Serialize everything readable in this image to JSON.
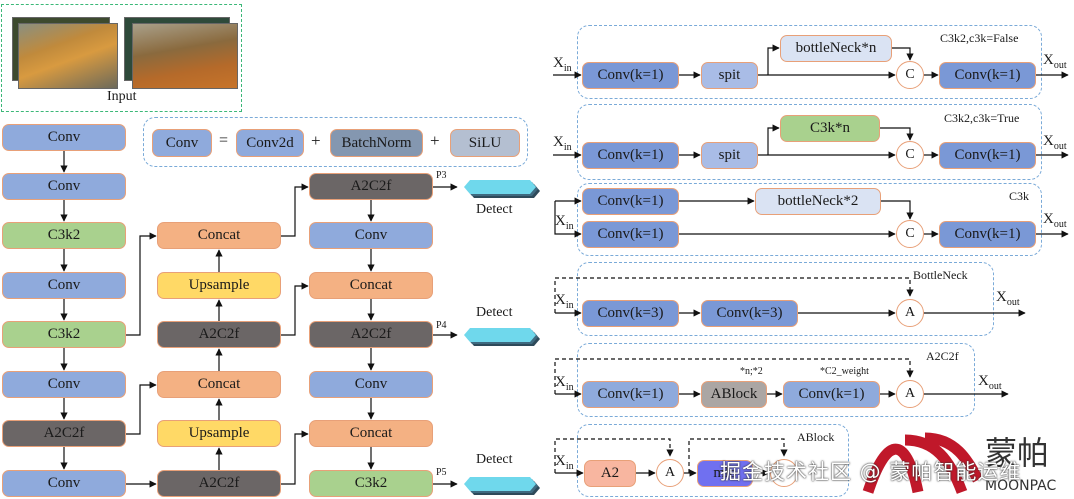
{
  "input": {
    "label": "Input",
    "images": [
      "tiger-camera-trap-stack",
      "leopard-camera-trap-stack"
    ]
  },
  "legend": {
    "lhs": "Conv",
    "eq": "=",
    "parts": [
      "Conv2d",
      "BatchNorm",
      "SiLU"
    ],
    "plus": "+"
  },
  "backbone": [
    "Conv",
    "Conv",
    "C3k2",
    "Conv",
    "C3k2",
    "Conv",
    "A2C2f",
    "Conv"
  ],
  "neck_up": [
    "Concat",
    "Upsample",
    "A2C2f",
    "Concat",
    "Upsample",
    "A2C2f"
  ],
  "head": [
    "A2C2f",
    "Conv",
    "Concat",
    "A2C2f",
    "Conv",
    "Concat",
    "C3k2"
  ],
  "outputs": [
    {
      "tag": "P3",
      "label": "Detect"
    },
    {
      "tag": "P4",
      "label": "Detect"
    },
    {
      "tag": "P5",
      "label": "Detect"
    }
  ],
  "modules": {
    "c3k2_false": {
      "title": "C3k2,c3k=False",
      "conv_in": "Conv(k=1)",
      "split": "spit",
      "branch": "bottleNeck*n",
      "cat": "C",
      "conv_out": "Conv(k=1)"
    },
    "c3k2_true": {
      "title": "C3k2,c3k=True",
      "conv_in": "Conv(k=1)",
      "split": "spit",
      "branch": "C3k*n",
      "cat": "C",
      "conv_out": "Conv(k=1)"
    },
    "c3k": {
      "title": "C3k",
      "conv_a": "Conv(k=1)",
      "conv_b": "Conv(k=1)",
      "branch": "bottleNeck*2",
      "cat": "C",
      "conv_out": "Conv(k=1)"
    },
    "bottleneck": {
      "title": "BottleNeck",
      "conv_a": "Conv(k=3)",
      "conv_b": "Conv(k=3)",
      "add": "A"
    },
    "a2c2f": {
      "title": "A2C2f",
      "conv_in": "Conv(k=1)",
      "ablock": "ABlock",
      "ablock_note": "*n;*2",
      "conv_out": "Conv(k=1)",
      "conv_note": "*C2_weight",
      "add": "A"
    },
    "ablock": {
      "title": "ABlock",
      "attn": "A2",
      "add1": "A",
      "mlp": "mlp"
    }
  },
  "io": {
    "x": "X",
    "in": "in",
    "out": "out"
  },
  "watermark": {
    "text": "掘金技术社区 @ 蒙帕智能运维",
    "brand_cn": "蒙帕",
    "brand_en": "MOONPAC",
    "brand_color": "#c0182a"
  },
  "colors": {
    "conv": "#8faadc",
    "c3k2": "#a9d18e",
    "a2c2f": "#6b6666",
    "concat": "#f4b183",
    "upsample": "#ffd966",
    "border": "#e8a078",
    "dash": "#7aaad8"
  }
}
